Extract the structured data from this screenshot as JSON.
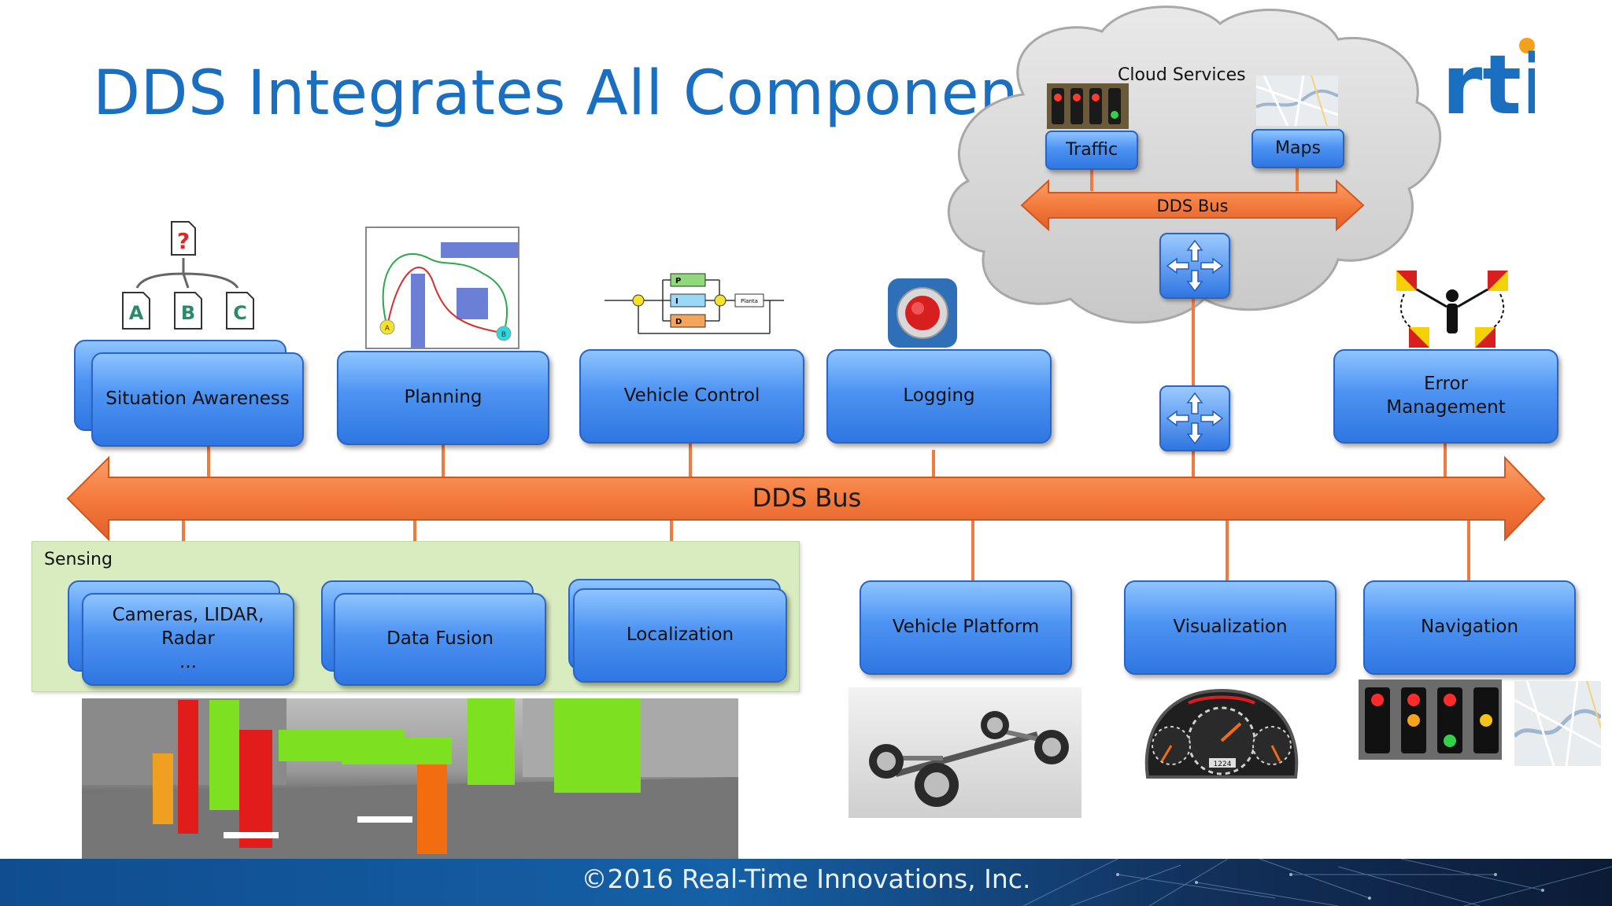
{
  "slide": {
    "title": "DDS Integrates All Components",
    "footer": "©2016 Real-Time Innovations, Inc."
  },
  "brand": {
    "logo_text": "rti",
    "logo_color": "#1a6fc0",
    "dot_color": "#f5a01a"
  },
  "cloud": {
    "label": "Cloud Services",
    "traffic_label": "Traffic",
    "maps_label": "Maps",
    "bus_label": "DDS Bus"
  },
  "bus": {
    "label": "DDS Bus",
    "color": "#f47a3c"
  },
  "top_components": {
    "situation_awareness": "Situation Awareness",
    "planning": "Planning",
    "vehicle_control": "Vehicle Control",
    "logging": "Logging",
    "error_management_line1": "Error",
    "error_management_line2": "Management"
  },
  "sensing": {
    "label": "Sensing",
    "cameras_line1": "Cameras, LIDAR,",
    "cameras_line2": "Radar",
    "cameras_line3": "...",
    "data_fusion": "Data Fusion",
    "localization": "Localization"
  },
  "bottom_components": {
    "vehicle_platform": "Vehicle Platform",
    "visualization": "Visualization",
    "navigation": "Navigation"
  },
  "icons": {
    "doc_question": "?",
    "doc_a": "A",
    "doc_b": "B",
    "doc_c": "C",
    "route_start": "A",
    "route_end": "B",
    "pid_p": "P",
    "pid_i": "I",
    "pid_d": "D",
    "pid_plant": "Planta",
    "odometer": "1224"
  }
}
